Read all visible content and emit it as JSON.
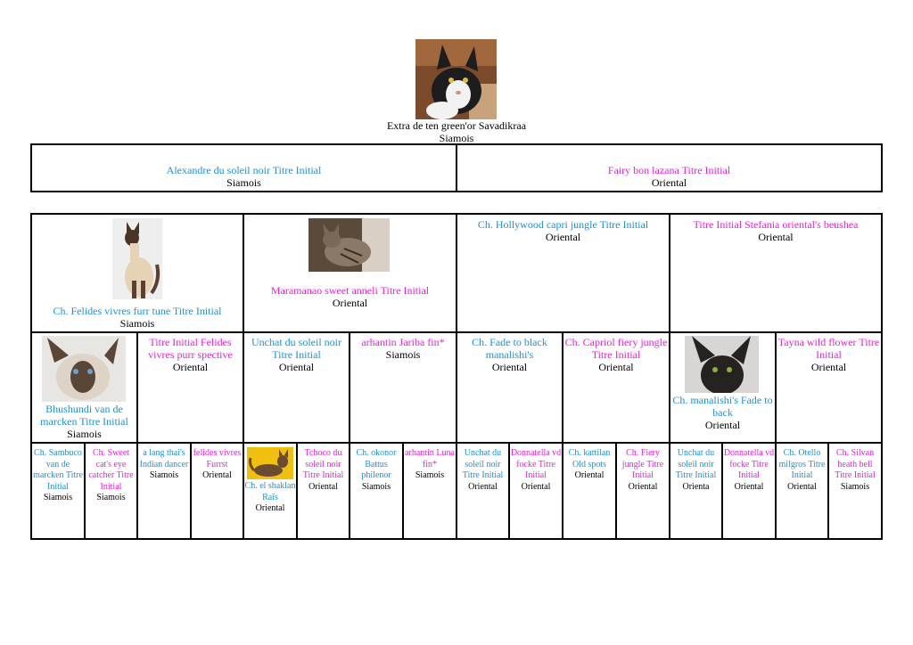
{
  "subject": {
    "name": "Extra de ten green'or Savadikraa",
    "breed": "Siamois",
    "photo": "black-white-cat-photo"
  },
  "gen1": [
    {
      "name": "Alexandre du soleil noir Titre Initial",
      "breed": "Siamois",
      "color": "#1f8fd6"
    },
    {
      "name": "Fairy bon lazana Titre Initial",
      "breed": "Oriental",
      "color": "#e81fd6"
    }
  ],
  "gen2": [
    {
      "name": "Ch. Felides vivres furr tune Titre Initial",
      "breed": "Siamois",
      "photo": "seal-point-siamese-photo"
    },
    {
      "name": "Maramanao sweet anneli Titre Initial",
      "breed": "Oriental",
      "photo": "tabby-oriental-photo"
    },
    {
      "name": "Ch. Hollywood capri jungle Titre Initial",
      "breed": "Oriental"
    },
    {
      "name": "Titre Initial Stefania oriental's beushea",
      "breed": "Oriental"
    }
  ],
  "gen3": [
    {
      "name": "Bhushundi van de marcken Titre Initial",
      "breed": "Siamois",
      "photo": "siamese-face-photo"
    },
    {
      "name": "Titre Initial Felides vivres purr spective",
      "breed": "Oriental"
    },
    {
      "name": "Unchat du soleil noir Titre Initial",
      "breed": "Oriental"
    },
    {
      "name": "arhantin Jariba fin*",
      "breed": "Siamois"
    },
    {
      "name": "Ch. Fade to black manalishi's",
      "breed": "Oriental"
    },
    {
      "name": "Ch. Capriol fiery jungle Titre Initial",
      "breed": "Oriental"
    },
    {
      "name": "Ch. manalishi's Fade to back",
      "breed": "Oriental",
      "photo": "black-oriental-photo"
    },
    {
      "name": "Tayna wild flower Titre Initial",
      "breed": "Oriental"
    }
  ],
  "gen4": [
    {
      "name": "Ch. Sambuco van de marcken Titre Initial",
      "breed": "Siamois"
    },
    {
      "name": "Ch. Sweet cat's eye catcher Titre Initial",
      "breed": "Siamois"
    },
    {
      "name": "a lang thai's Indian dancer",
      "breed": "Siamois"
    },
    {
      "name": "felides vivres Furrst",
      "breed": "Oriental"
    },
    {
      "name": "Ch. el shaklan Raïs",
      "breed": "Oriental",
      "photo": "cinnamon-oriental-photo"
    },
    {
      "name": "Tchoco du soleil noir Titre Initial",
      "breed": "Oriental"
    },
    {
      "name": "Ch. okonor Battus philenor",
      "breed": "Siamois"
    },
    {
      "name": "arhantin Luna fin*",
      "breed": "Siamois"
    },
    {
      "name": "Unchat du soleil noir Titre Initial",
      "breed": "Oriental"
    },
    {
      "name": "Donnatella vd focke Titre Initial",
      "breed": "Oriental"
    },
    {
      "name": "Ch. kattilan Old spots",
      "breed": "Oriental"
    },
    {
      "name": "Ch. Fiery jungle Titre Initial",
      "breed": "Oriental"
    },
    {
      "name": "Unchat du soleil noir Titre Initial",
      "breed": "Orienta"
    },
    {
      "name": "Donnatella vd focke Titre Initial",
      "breed": "Oriental"
    },
    {
      "name": "Ch. Otello milgros Titre Initial",
      "breed": "Oriental"
    },
    {
      "name": "Ch. Silvan heath bell Titre Initial",
      "breed": "Siamois"
    }
  ],
  "colors": {
    "male": "#1f8fd6",
    "female": "#e81fd6",
    "border": "#000000"
  }
}
